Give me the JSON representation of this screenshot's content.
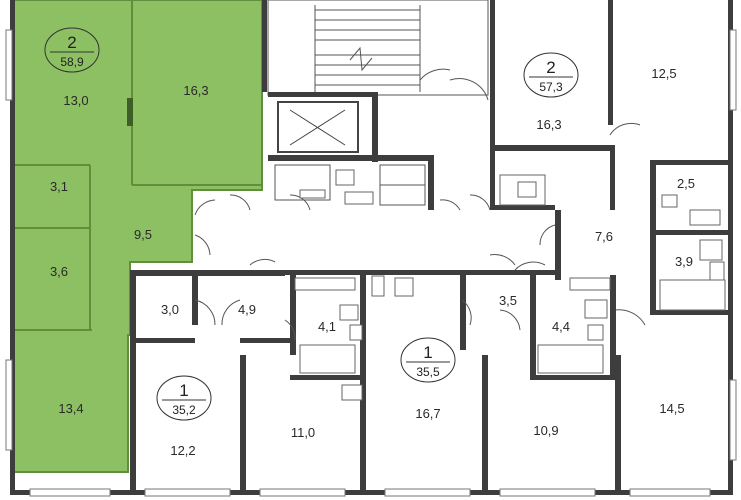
{
  "highlight_color": "#8dc063",
  "units": [
    {
      "id": "unit-a",
      "rooms_label": "2",
      "total_area": "58,9",
      "highlighted": true
    },
    {
      "id": "unit-b",
      "rooms_label": "2",
      "total_area": "57,3",
      "highlighted": false
    },
    {
      "id": "unit-c",
      "rooms_label": "1",
      "total_area": "35,2",
      "highlighted": false
    },
    {
      "id": "unit-d",
      "rooms_label": "1",
      "total_area": "35,5",
      "highlighted": false
    }
  ],
  "rooms": [
    {
      "name": "a-room-13-0",
      "area": "13,0"
    },
    {
      "name": "a-room-16-3",
      "area": "16,3"
    },
    {
      "name": "a-room-3-1",
      "area": "3,1"
    },
    {
      "name": "a-room-9-5",
      "area": "9,5"
    },
    {
      "name": "a-room-3-6",
      "area": "3,6"
    },
    {
      "name": "a-room-13-4",
      "area": "13,4"
    },
    {
      "name": "b-room-12-5",
      "area": "12,5"
    },
    {
      "name": "b-room-16-3",
      "area": "16,3"
    },
    {
      "name": "b-room-2-5",
      "area": "2,5"
    },
    {
      "name": "b-room-7-6",
      "area": "7,6"
    },
    {
      "name": "b-room-3-9",
      "area": "3,9"
    },
    {
      "name": "b-room-14-5",
      "area": "14,5"
    },
    {
      "name": "c-room-3-0",
      "area": "3,0"
    },
    {
      "name": "c-room-4-9",
      "area": "4,9"
    },
    {
      "name": "c-room-4-1",
      "area": "4,1"
    },
    {
      "name": "c-room-12-2",
      "area": "12,2"
    },
    {
      "name": "c-room-11-0",
      "area": "11,0"
    },
    {
      "name": "d-room-3-5",
      "area": "3,5"
    },
    {
      "name": "d-room-4-4",
      "area": "4,4"
    },
    {
      "name": "d-room-16-7",
      "area": "16,7"
    },
    {
      "name": "d-room-10-9",
      "area": "10,9"
    }
  ]
}
